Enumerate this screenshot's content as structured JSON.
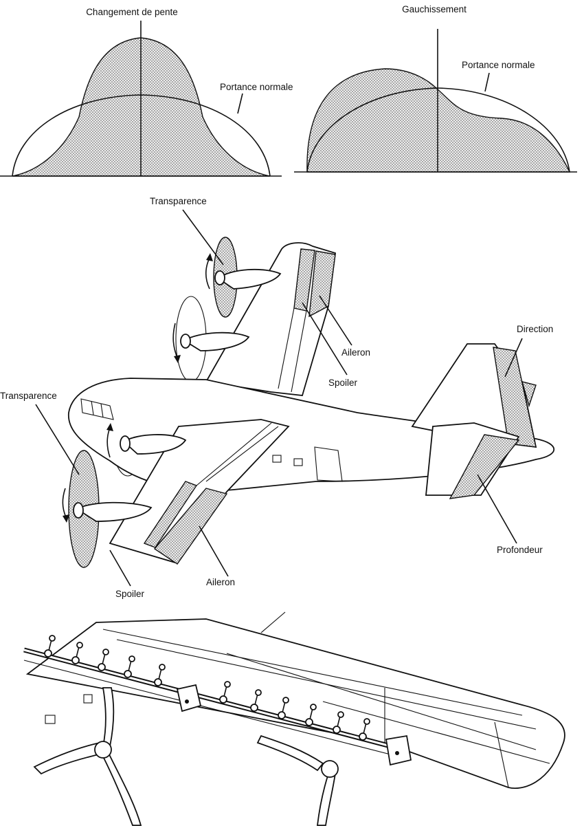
{
  "top_diagrams": {
    "left_title": "Changement de pente",
    "left_normal_label": "Portance normale",
    "right_title": "Gauchissement",
    "right_normal_label": "Portance normale"
  },
  "aircraft_labels": {
    "transparence_right": "Transparence",
    "transparence_left": "Transparence",
    "aileron_right": "Aileron",
    "spoiler_right": "Spoiler",
    "direction": "Direction",
    "profondeur": "Profondeur",
    "spoiler_left": "Spoiler",
    "aileron_left": "Aileron"
  },
  "pattern_color": "#555555"
}
